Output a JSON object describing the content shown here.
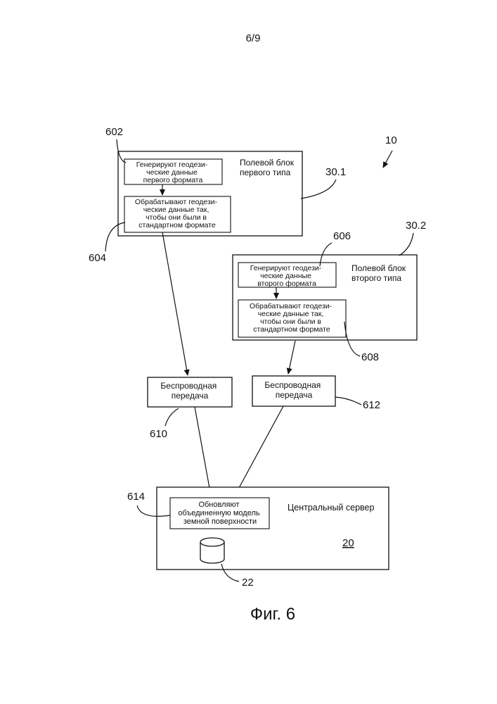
{
  "page_number": "6/9",
  "figure_caption": "Фиг. 6",
  "refs": {
    "system": "10",
    "step_602": "602",
    "step_604": "604",
    "unit_301": "30.1",
    "unit_302": "30.2",
    "step_606": "606",
    "step_608": "608",
    "step_610": "610",
    "step_612": "612",
    "step_614": "614",
    "server": "20",
    "database": "22"
  },
  "unit1": {
    "title": [
      "Полевой блок",
      "первого типа"
    ],
    "step_generate": [
      "Генерируют геодези-",
      "ческие данные",
      "первого формата"
    ],
    "step_process": [
      "Обрабатывают геодези-",
      "ческие данные так,",
      "чтобы они были в",
      "стандартном формате"
    ]
  },
  "unit2": {
    "title": [
      "Полевой блок",
      "второго типа"
    ],
    "step_generate": [
      "Генерируют геодези-",
      "ческие данные",
      "второго формата"
    ],
    "step_process": [
      "Обрабатывают геодези-",
      "ческие данные так,",
      "чтобы они были в",
      "стандартном формате"
    ]
  },
  "wireless1": [
    "Беспроводная",
    "передача"
  ],
  "wireless2": [
    "Беспроводная",
    "передача"
  ],
  "server": {
    "title": "Центральный сервер",
    "step_update": [
      "Обновляют",
      "объединенную модель",
      "земной поверхности"
    ]
  }
}
